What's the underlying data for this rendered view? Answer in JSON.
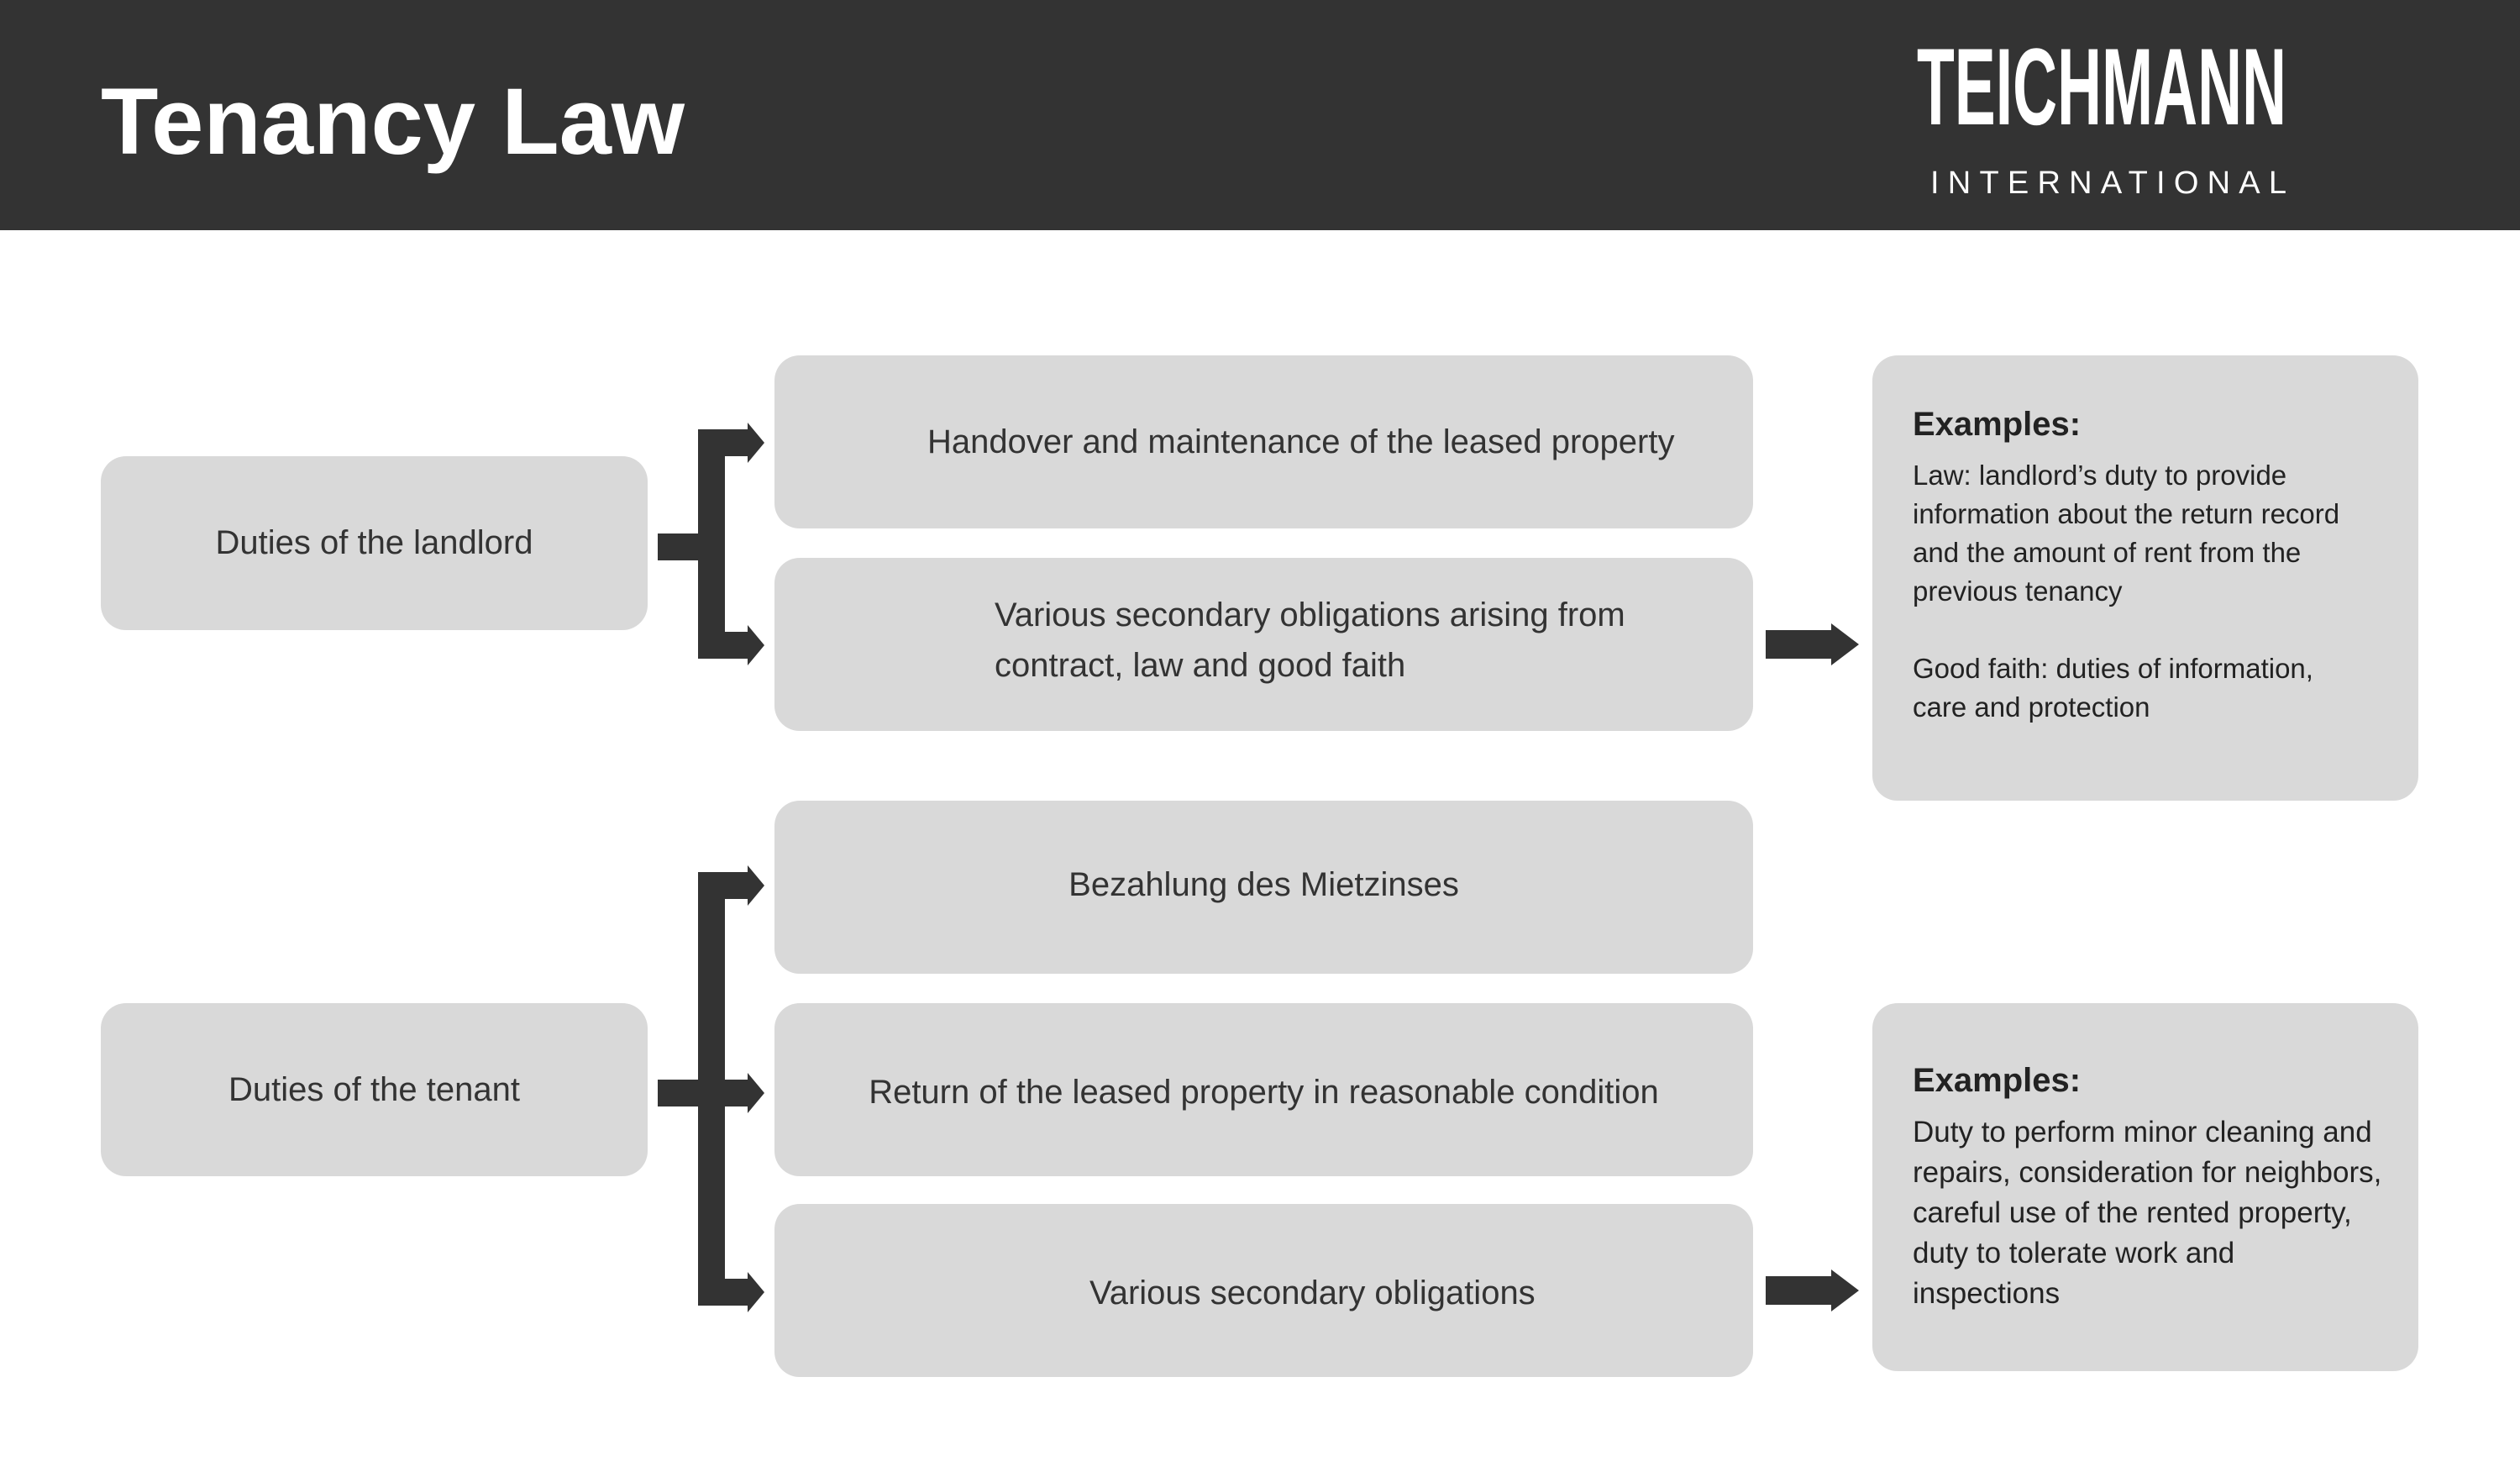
{
  "header": {
    "title": "Tenancy Law",
    "logo": {
      "name": "TEICHMANN",
      "subtitle": "INTERNATIONAL"
    }
  },
  "colors": {
    "header_bg": "#333333",
    "box_bg": "#d9d9d9",
    "arrow": "#333333"
  },
  "landlord": {
    "label": "Duties of the landlord",
    "duties": [
      {
        "lines": [
          "Handover and maintenance of the leased property"
        ]
      },
      {
        "lines": [
          "Various secondary obligations arising from",
          "contract, law and good faith"
        ]
      }
    ],
    "examples": {
      "heading": "Examples:",
      "lines": [
        "Law: landlord’s duty to provide",
        "information about the return record",
        "and the amount of rent from the",
        "previous tenancy",
        "",
        "Good faith: duties of information,",
        "care and protection"
      ]
    }
  },
  "tenant": {
    "label": "Duties of the tenant",
    "duties": [
      {
        "lines": [
          "Bezahlung des Mietzinses"
        ]
      },
      {
        "lines": [
          "Return of the leased property in reasonable condition"
        ]
      },
      {
        "lines": [
          "Various secondary obligations"
        ]
      }
    ],
    "examples": {
      "heading": "Examples:",
      "lines": [
        "Duty to perform minor cleaning and",
        "repairs, consideration for neighbors,",
        "careful use of the rented property,",
        "duty to tolerate work and",
        "inspections"
      ]
    }
  }
}
